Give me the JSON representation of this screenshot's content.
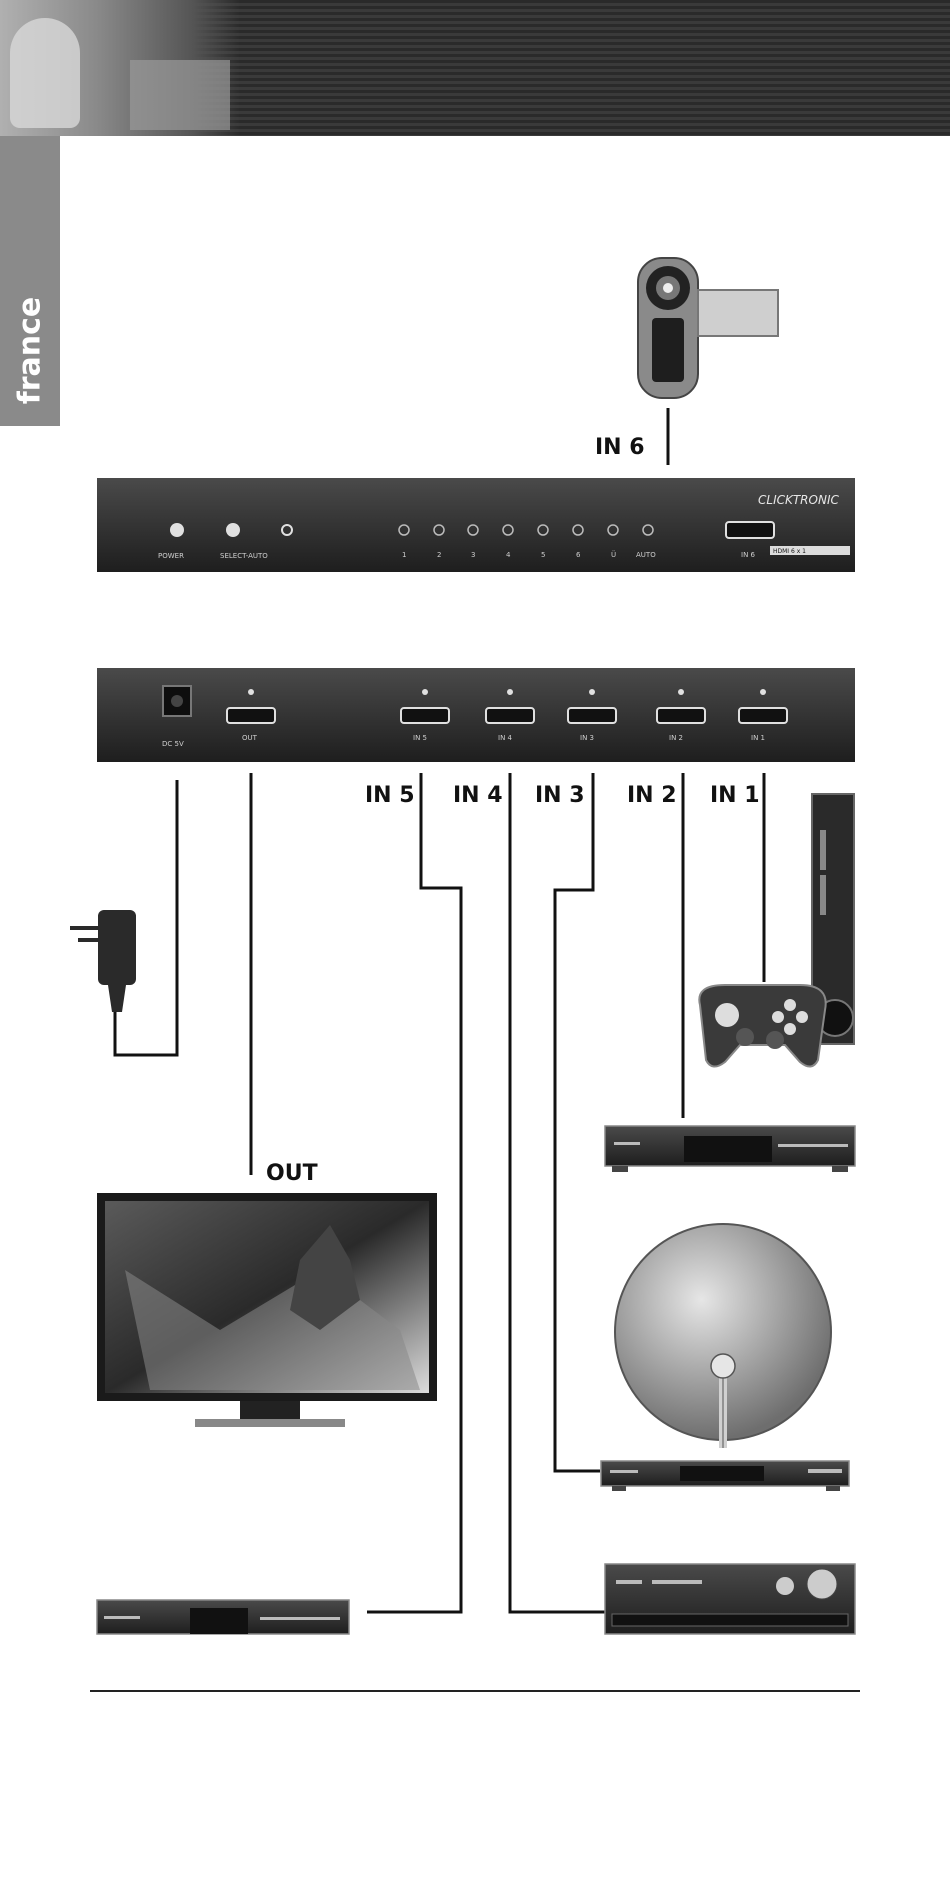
{
  "sidebar": {
    "tab_label": "france"
  },
  "brand": {
    "logo_text": "CLICKTRONIC"
  },
  "front_panel": {
    "labels": [
      "POWER",
      "SELECT-AUTO"
    ],
    "led_labels": [
      "1",
      "2",
      "3",
      "4",
      "5",
      "6",
      "Ü",
      "AUTO"
    ],
    "front_port_label": "IN 6",
    "hdmi_badge": "HDMI 6 x 1"
  },
  "back_panel": {
    "power_label": "DC 5V",
    "ports": [
      "OUT",
      "IN 5",
      "IN 4",
      "IN 3",
      "IN 2",
      "IN 1"
    ]
  },
  "connection_labels": {
    "in6": "IN 6",
    "in5": "IN 5",
    "in4": "IN 4",
    "in3": "IN 3",
    "in2": "IN 2",
    "in1": "IN 1",
    "out": "OUT"
  },
  "devices": [
    "camcorder-icon",
    "power-adapter-icon",
    "game-console-icon",
    "dvd-player-icon",
    "satellite-dish-icon",
    "satellite-receiver-icon",
    "television-icon",
    "set-top-box-icon",
    "av-receiver-icon"
  ],
  "colors": {
    "device_dark": "#2b2b2b",
    "banner": "#333333",
    "side_tab": "#8a8a8a"
  }
}
